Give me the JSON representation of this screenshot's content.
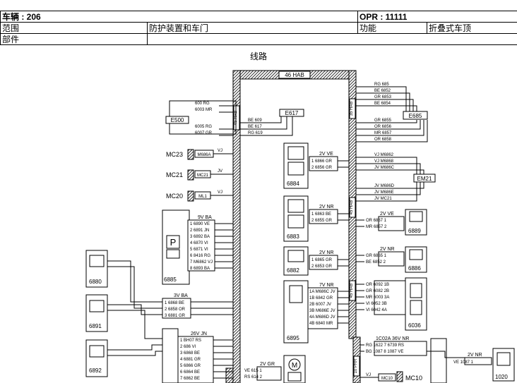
{
  "header": {
    "vehicle_label": "车辆 : 206",
    "opr_label": "OPR : 11111",
    "range_label": "范围",
    "range_value": "防护装置和车门",
    "function_label": "功能",
    "function_value": "折叠式车顶",
    "part_label": "部件",
    "part_value": ""
  },
  "caption": "线路",
  "harness": {
    "main": "46 HAB",
    "left_tag": "45 HAB",
    "right_tag1": "35 HAB",
    "right_tag2": "45 HAB",
    "right_tag3": "45 HAB",
    "bottom_tag": "10 PRR"
  },
  "components": {
    "e500": "E500",
    "e617": "E617",
    "e685": "E685",
    "em21": "EM21",
    "mc23": "MC23",
    "mc21": "MC21",
    "mc20": "MC20",
    "m686a": "M686A",
    "mc21b": "MC21",
    "ml1": "ML1",
    "c6884": "6884",
    "c6883": "6883",
    "c6882": "6882",
    "c6895": "6895",
    "c6885": "6885",
    "c6880": "6880",
    "c6891": "6891",
    "c6892": "6892",
    "c6889": "6889",
    "c6886": "6886",
    "c6036": "6036",
    "c1020": "1020",
    "mc10": "MC10",
    "mc10b": "MC10"
  },
  "connectors": {
    "e500_wires": [
      "600 RG",
      "6003 MR",
      "6005 RG",
      "6007 GR"
    ],
    "e617_wires": [
      "BE 609",
      "BE 617",
      "RG 619"
    ],
    "e685_wires": [
      "RG 685",
      "BE 6852",
      "GR 6853",
      "BE 6854",
      "GR 6855",
      "OR 6856",
      "MR 6857",
      "OR 6858"
    ],
    "em21_wires": [
      "VJ M6862",
      "VJ M6868",
      "JV M686C",
      "JV M686D",
      "JV M686E",
      "JV MC21"
    ],
    "c6884_conn": "2V VE",
    "c6884_rows": [
      "1 6866 GR",
      "2 6856 GR"
    ],
    "c6883_conn": "2V NR",
    "c6883_rows": [
      "1 6863 BE",
      "2 6855 GR"
    ],
    "c6882_conn": "2V NR",
    "c6882_rows": [
      "1 6865 GR",
      "2 6853 GR"
    ],
    "c6895_conn": "7V NR",
    "c6895_rows": [
      "1A M686C JV",
      "1B 6842 GR",
      "2B 6007 JV",
      "3B M686E JV",
      "4A M686D JV",
      "4B 6840 MR"
    ],
    "c6885_conn": "9V BA",
    "c6885_rows": [
      "1 6890 VE",
      "2 6891 JN",
      "3 6892 BA",
      "4 6870 VI",
      "5 6871 VI",
      "6 8416 RG",
      "7 M6862 VJ",
      "8 6893 BA"
    ],
    "c3v_conn": "3V BA",
    "c3v_rows": [
      "1 6868 BE",
      "2 6858 OR",
      "3 6881 GR"
    ],
    "c26v_conn": "26V JN",
    "c26v_rows": [
      "1 BH07 RS",
      "2 686 VI",
      "3 6868 BE",
      "4 6881 GR",
      "5 6866 GR",
      "6 6864 BE",
      "7 6862 BE"
    ],
    "c2vgr_conn": "2V GR",
    "c2vgr_rows": [
      "VE 615 1",
      "RS 614 2"
    ],
    "c6889_conn": "2V VE",
    "c6889_rows": [
      "OR 6867 1",
      "MR 6857 2"
    ],
    "c6886_conn": "2V NR",
    "c6886_rows": [
      "GR 6865 1",
      "BE 6852 2"
    ],
    "c6036_rows": [
      "OR 6092 1B",
      "GR 6082 2B",
      "MR 6003 3A",
      "VI 6052 3B",
      "VI 6042 4A"
    ],
    "c1020_conn": "2V NR",
    "c1020_rows": [
      "VE 1087 1"
    ],
    "c1c02a_conn": "1C02A 36V NR",
    "c1c02a_rows": [
      "RG 1622 7 6739 RS",
      "BG 1087 8 1087 VE"
    ],
    "mc10_wire": "VJ"
  }
}
